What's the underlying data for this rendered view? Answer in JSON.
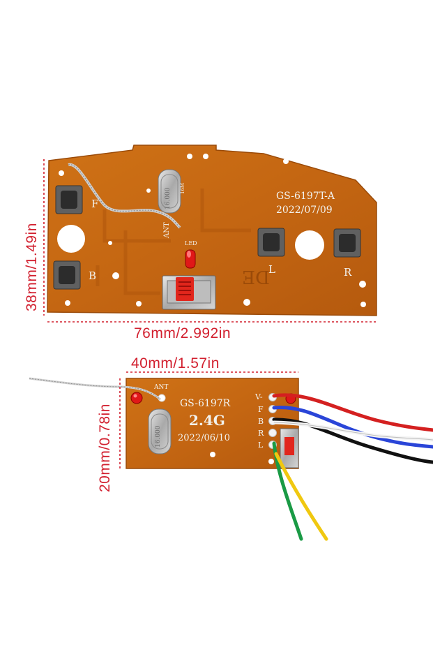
{
  "transmitter": {
    "model": "GS-6197T-A",
    "date": "2022/07/09",
    "crystal": "16.000",
    "crystal_freq": "16M",
    "led_label": "LED",
    "ant_label": "ANT",
    "logo": "DE",
    "buttons": {
      "forward": "F",
      "backward": "B",
      "left": "L",
      "right": "R"
    },
    "width_label": "76mm/2.992in",
    "height_label": "38mm/1.49in"
  },
  "receiver": {
    "model": "GS-6197R",
    "band": "2.4G",
    "date": "2022/06/10",
    "crystal": "16.000",
    "ant_label": "ANT",
    "pins": [
      "V-",
      "F",
      "B",
      "R",
      "L"
    ],
    "width_label": "40mm/1.57in",
    "height_label": "20mm/0.78in"
  },
  "colors": {
    "pcb": "#c46612",
    "pcb_dark": "#a8520c",
    "dimension": "#d2202f",
    "wire_red": "#d42020",
    "wire_blue": "#2a45d8",
    "wire_black": "#111111",
    "wire_white": "#f4f4f4",
    "wire_green": "#1a9a45",
    "wire_yellow": "#f0c810"
  }
}
